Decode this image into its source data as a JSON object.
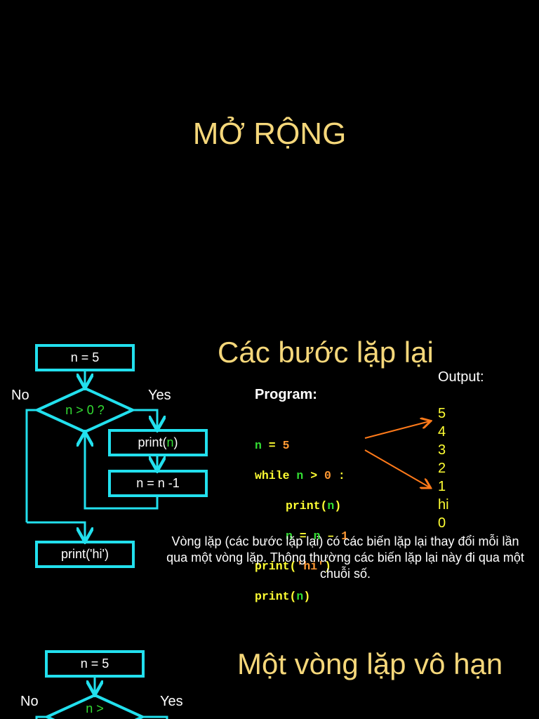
{
  "slide": {
    "title": "MỞ RỘNG",
    "section1": {
      "heading": "Các bước lặp lại",
      "flow": {
        "init": "n = 5",
        "decision": "n > 0 ?",
        "no": "No",
        "yes": "Yes",
        "print_prefix": "print(",
        "print_var": "n",
        "print_suffix": ")",
        "decrement": "n = n -1",
        "final": "print('hi')"
      },
      "program_label": "Program:",
      "code": {
        "l1": [
          "n",
          " = ",
          "5"
        ],
        "l2": [
          "while",
          " ",
          "n",
          " > ",
          "0",
          " :"
        ],
        "l3": [
          "print",
          "(",
          "n",
          ")"
        ],
        "l4": [
          "n",
          " = ",
          "n",
          " – ",
          "1"
        ],
        "l5": [
          "print",
          "(",
          "'hi'",
          ")"
        ],
        "l6": [
          "print",
          "(",
          "n",
          ")"
        ]
      },
      "output_label": "Output:",
      "outputs": [
        "5",
        "4",
        "3",
        "2",
        "1",
        "hi",
        "0"
      ],
      "description": "Vòng lặp (các bước lặp lại) có các biến lặp lại thay đổi mỗi lần qua một vòng lặp. Thông thường các biến lặp lại này đi qua một chuỗi số."
    },
    "section2": {
      "heading": "Một vòng lặp vô hạn",
      "flow": {
        "init": "n = 5",
        "decision_partial": "n >",
        "no": "No",
        "yes": "Yes"
      }
    },
    "colors": {
      "flow_stroke": "#22e0ee",
      "title": "#f5d77a",
      "arrow": "#ff7a1a",
      "keyword": "#ffff33",
      "variable": "#33dd33",
      "literal": "#ff9933"
    }
  }
}
